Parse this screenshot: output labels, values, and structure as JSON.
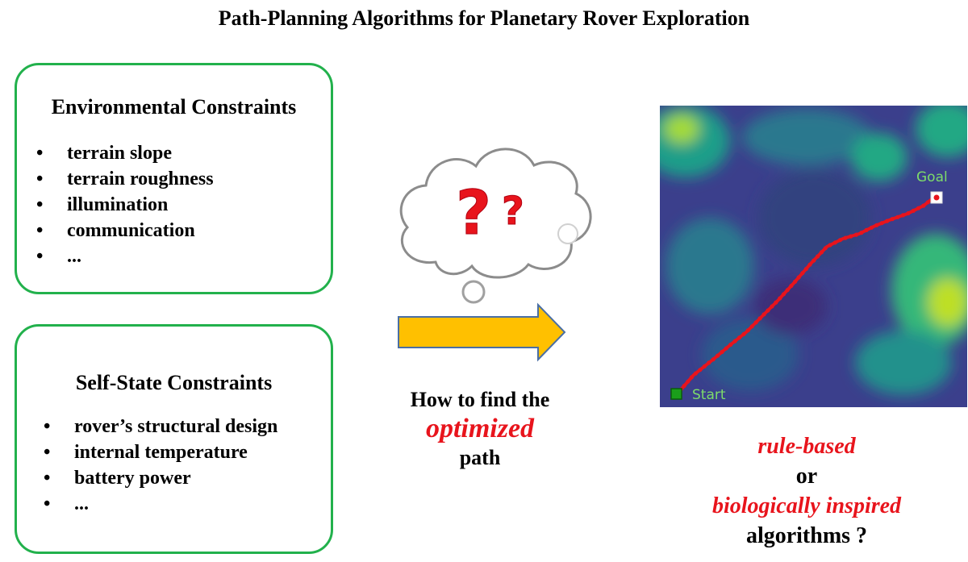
{
  "title": "Path-Planning Algorithms for Planetary Rover Exploration",
  "environmental": {
    "title": "Environmental Constraints",
    "items": [
      "terrain slope",
      "terrain roughness",
      "illumination",
      "communication",
      "..."
    ]
  },
  "self_state": {
    "title": "Self-State Constraints",
    "items": [
      "rover’s structural design",
      "internal temperature",
      "battery power",
      "..."
    ]
  },
  "thought_cloud": {
    "marks": [
      "?",
      "?"
    ]
  },
  "question": {
    "line1": "How to find the",
    "emphasis": "optimized",
    "line3": "path"
  },
  "map": {
    "goal_label": "Goal",
    "start_label": "Start"
  },
  "conclusion": {
    "option1": "rule-based",
    "joiner": "or",
    "option2": "biologically inspired",
    "tail": "algorithms ?"
  },
  "colors": {
    "box_border": "#22b14c",
    "arrow_fill": "#ffc000",
    "arrow_stroke": "#4a6fa5",
    "emphasis": "#e8141c",
    "path": "#e8141c"
  }
}
